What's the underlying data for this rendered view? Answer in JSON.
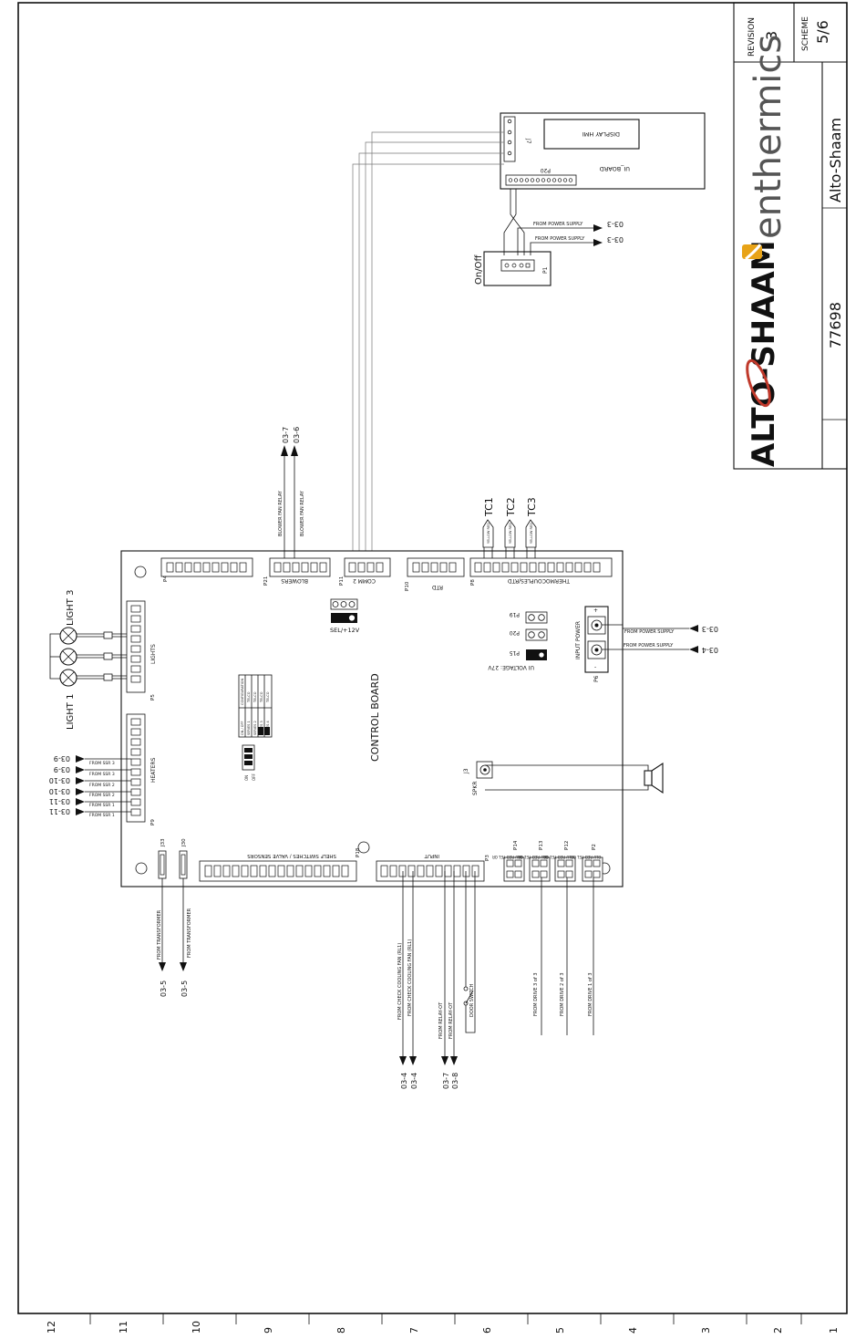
{
  "title_block": {
    "revision_label": "REVISION",
    "revision_value": "3",
    "scheme_label": "SCHEME",
    "scheme_value": "5/6",
    "brand_altoshaam": "ALTO-SHAAM",
    "brand_enthermics": "enthermics",
    "company": "Alto-Shaam",
    "drawing_number": "77698",
    "accent_color": "#e8a317",
    "brand_red": "#c0392b"
  },
  "zone_numbers": [
    "12",
    "11",
    "10",
    "9",
    "8",
    "7",
    "6",
    "5",
    "4",
    "3",
    "2",
    "1"
  ],
  "ui_board": {
    "name": "UI_BOARD",
    "display": "DISPLAY HMI",
    "conn_j7": "J7",
    "conn_p20": "P20",
    "power_refs": [
      {
        "label": "FROM POWER SUPPLY",
        "ref": "03-3"
      },
      {
        "label": "FROM POWER SUPPLY",
        "ref": "03-3"
      }
    ],
    "switch_label": "On/Off",
    "switch_conn": "P1"
  },
  "control_board": {
    "name": "CONTROL BOARD",
    "top_connectors": [
      "P4",
      "P21",
      "P11",
      "P10",
      "P8"
    ],
    "blowers_label": "BLOWERS",
    "comm_label": "COMM 2",
    "rtd_label": "RTD",
    "thermo_label": "THERMOCOUPLES/RTD",
    "blower_relays": [
      "BLOWER FAN RELAY",
      "BLOWER FAN RELAY"
    ],
    "blower_refs": [
      "03-7",
      "03-6"
    ],
    "thermocouples": [
      "TC1",
      "TC2",
      "TC3"
    ],
    "tc_wire": "YELLOW RED",
    "sel_label": "SEL/+12V",
    "jumpers": [
      "P19",
      "P20",
      "P15"
    ],
    "ui_voltage": "UI VOLTAGE: 27V",
    "input_power": "INPUT POWER",
    "input_conn": "P6",
    "input_power_refs": [
      {
        "label": "FROM POWER SUPPLY",
        "ref": "03-3"
      },
      {
        "label": "FROM POWER SUPPLY",
        "ref": "03-4"
      }
    ],
    "lights_label": "LIGHTS",
    "lights_conn": "P5",
    "light_names": [
      "LIGHT 3",
      "LIGHT 1"
    ],
    "heaters_label": "HEATERS",
    "heaters_conn": "P9",
    "heater_feeds": [
      {
        "label": "FROM SSR 3",
        "ref": "03-9"
      },
      {
        "label": "FROM SSR 3",
        "ref": "03-9"
      },
      {
        "label": "FROM SSR 2",
        "ref": "03-10"
      },
      {
        "label": "FROM SSR 2",
        "ref": "03-10"
      },
      {
        "label": "FROM SSR 1",
        "ref": "03-11"
      },
      {
        "label": "FROM SSR 1",
        "ref": "03-11"
      }
    ],
    "dip_table": [
      [
        "ON / OFF",
        "CONFIGURATION"
      ],
      [
        "SERIES 1",
        "TELCO"
      ],
      [
        "SERIES 2",
        "TELCO"
      ],
      [
        "SERIES 3",
        "TELCO"
      ],
      [
        "SERIES 4",
        "TELCO"
      ]
    ],
    "dip_on": "ON",
    "dip_off": "OFF",
    "speaker_conn": "J3",
    "speaker_label": "SPKR",
    "shelf_label": "SHELF SWITCHES / VALVE SENSORS",
    "shelf_conn": "P18",
    "input_label": "INPUT",
    "input_conn_name": "P3",
    "j33": "J33",
    "j30": "J30",
    "transformer_feeds": [
      {
        "label": "FROM TRANSFORMER",
        "ref": "03-5"
      },
      {
        "label": "FROM TRANSFORMER",
        "ref": "03-5"
      }
    ],
    "input_feeds": [
      {
        "label": "FROM CHECK COOLING FAN (RL1)",
        "ref": "03-4"
      },
      {
        "label": "FROM CHECK COOLING FAN (RL1)",
        "ref": "03-4"
      },
      {
        "label": "FROM RELAY-OT",
        "ref": "03-7"
      },
      {
        "label": "FROM RELAY-OT",
        "ref": "03-8"
      }
    ],
    "door_switch": "DOOR SWITCH",
    "drive_conns": [
      "P14",
      "P13",
      "P12",
      "P2"
    ],
    "drive_pin_labels": "BLU RED YEL OR",
    "drive_feeds": [
      "FROM DRIVE 3 of 3",
      "FROM DRIVE 2 of 3",
      "FROM DRIVE 1 of 3"
    ]
  }
}
